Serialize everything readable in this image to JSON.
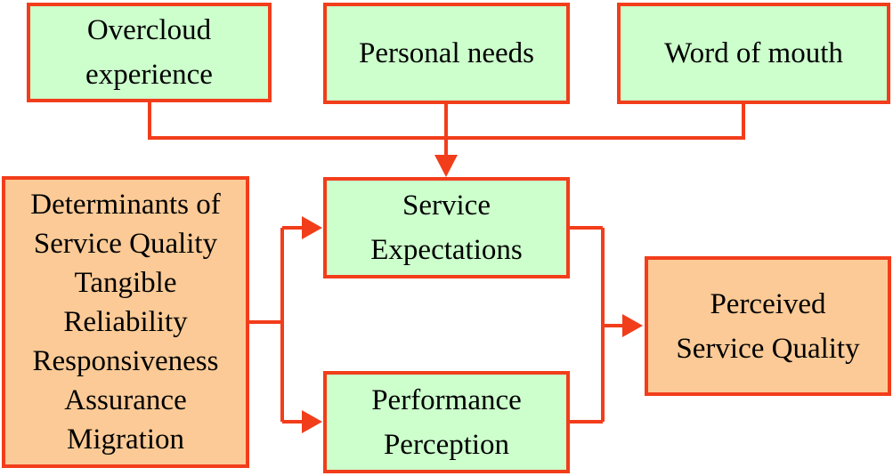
{
  "diagram": {
    "description": "Perceived service quality model flow diagram",
    "colors": {
      "line": "#f23d1b",
      "green_fill": "#ccffcc",
      "orange_fill": "#fbca96",
      "text": "#000000",
      "background": "#ffffff"
    },
    "nodes": {
      "overcloud_experience": {
        "lines": [
          "Overcloud",
          "experience"
        ]
      },
      "personal_needs": {
        "lines": [
          "Personal needs"
        ]
      },
      "word_of_mouth": {
        "lines": [
          "Word of mouth"
        ]
      },
      "determinants": {
        "lines": [
          "Determinants of",
          "Service Quality",
          "Tangible",
          "Reliability",
          "Responsiveness",
          "Assurance",
          "Migration"
        ]
      },
      "service_expectations": {
        "lines": [
          "Service",
          "Expectations"
        ]
      },
      "performance_perception": {
        "lines": [
          "Performance",
          "Perception"
        ]
      },
      "perceived_service_quality": {
        "lines": [
          "Perceived",
          "Service Quality"
        ]
      }
    },
    "connections": [
      "overcloud_experience -> service_expectations",
      "personal_needs -> service_expectations",
      "word_of_mouth -> service_expectations",
      "determinants -> service_expectations",
      "determinants -> performance_perception",
      "service_expectations -> perceived_service_quality",
      "performance_perception -> perceived_service_quality"
    ]
  }
}
